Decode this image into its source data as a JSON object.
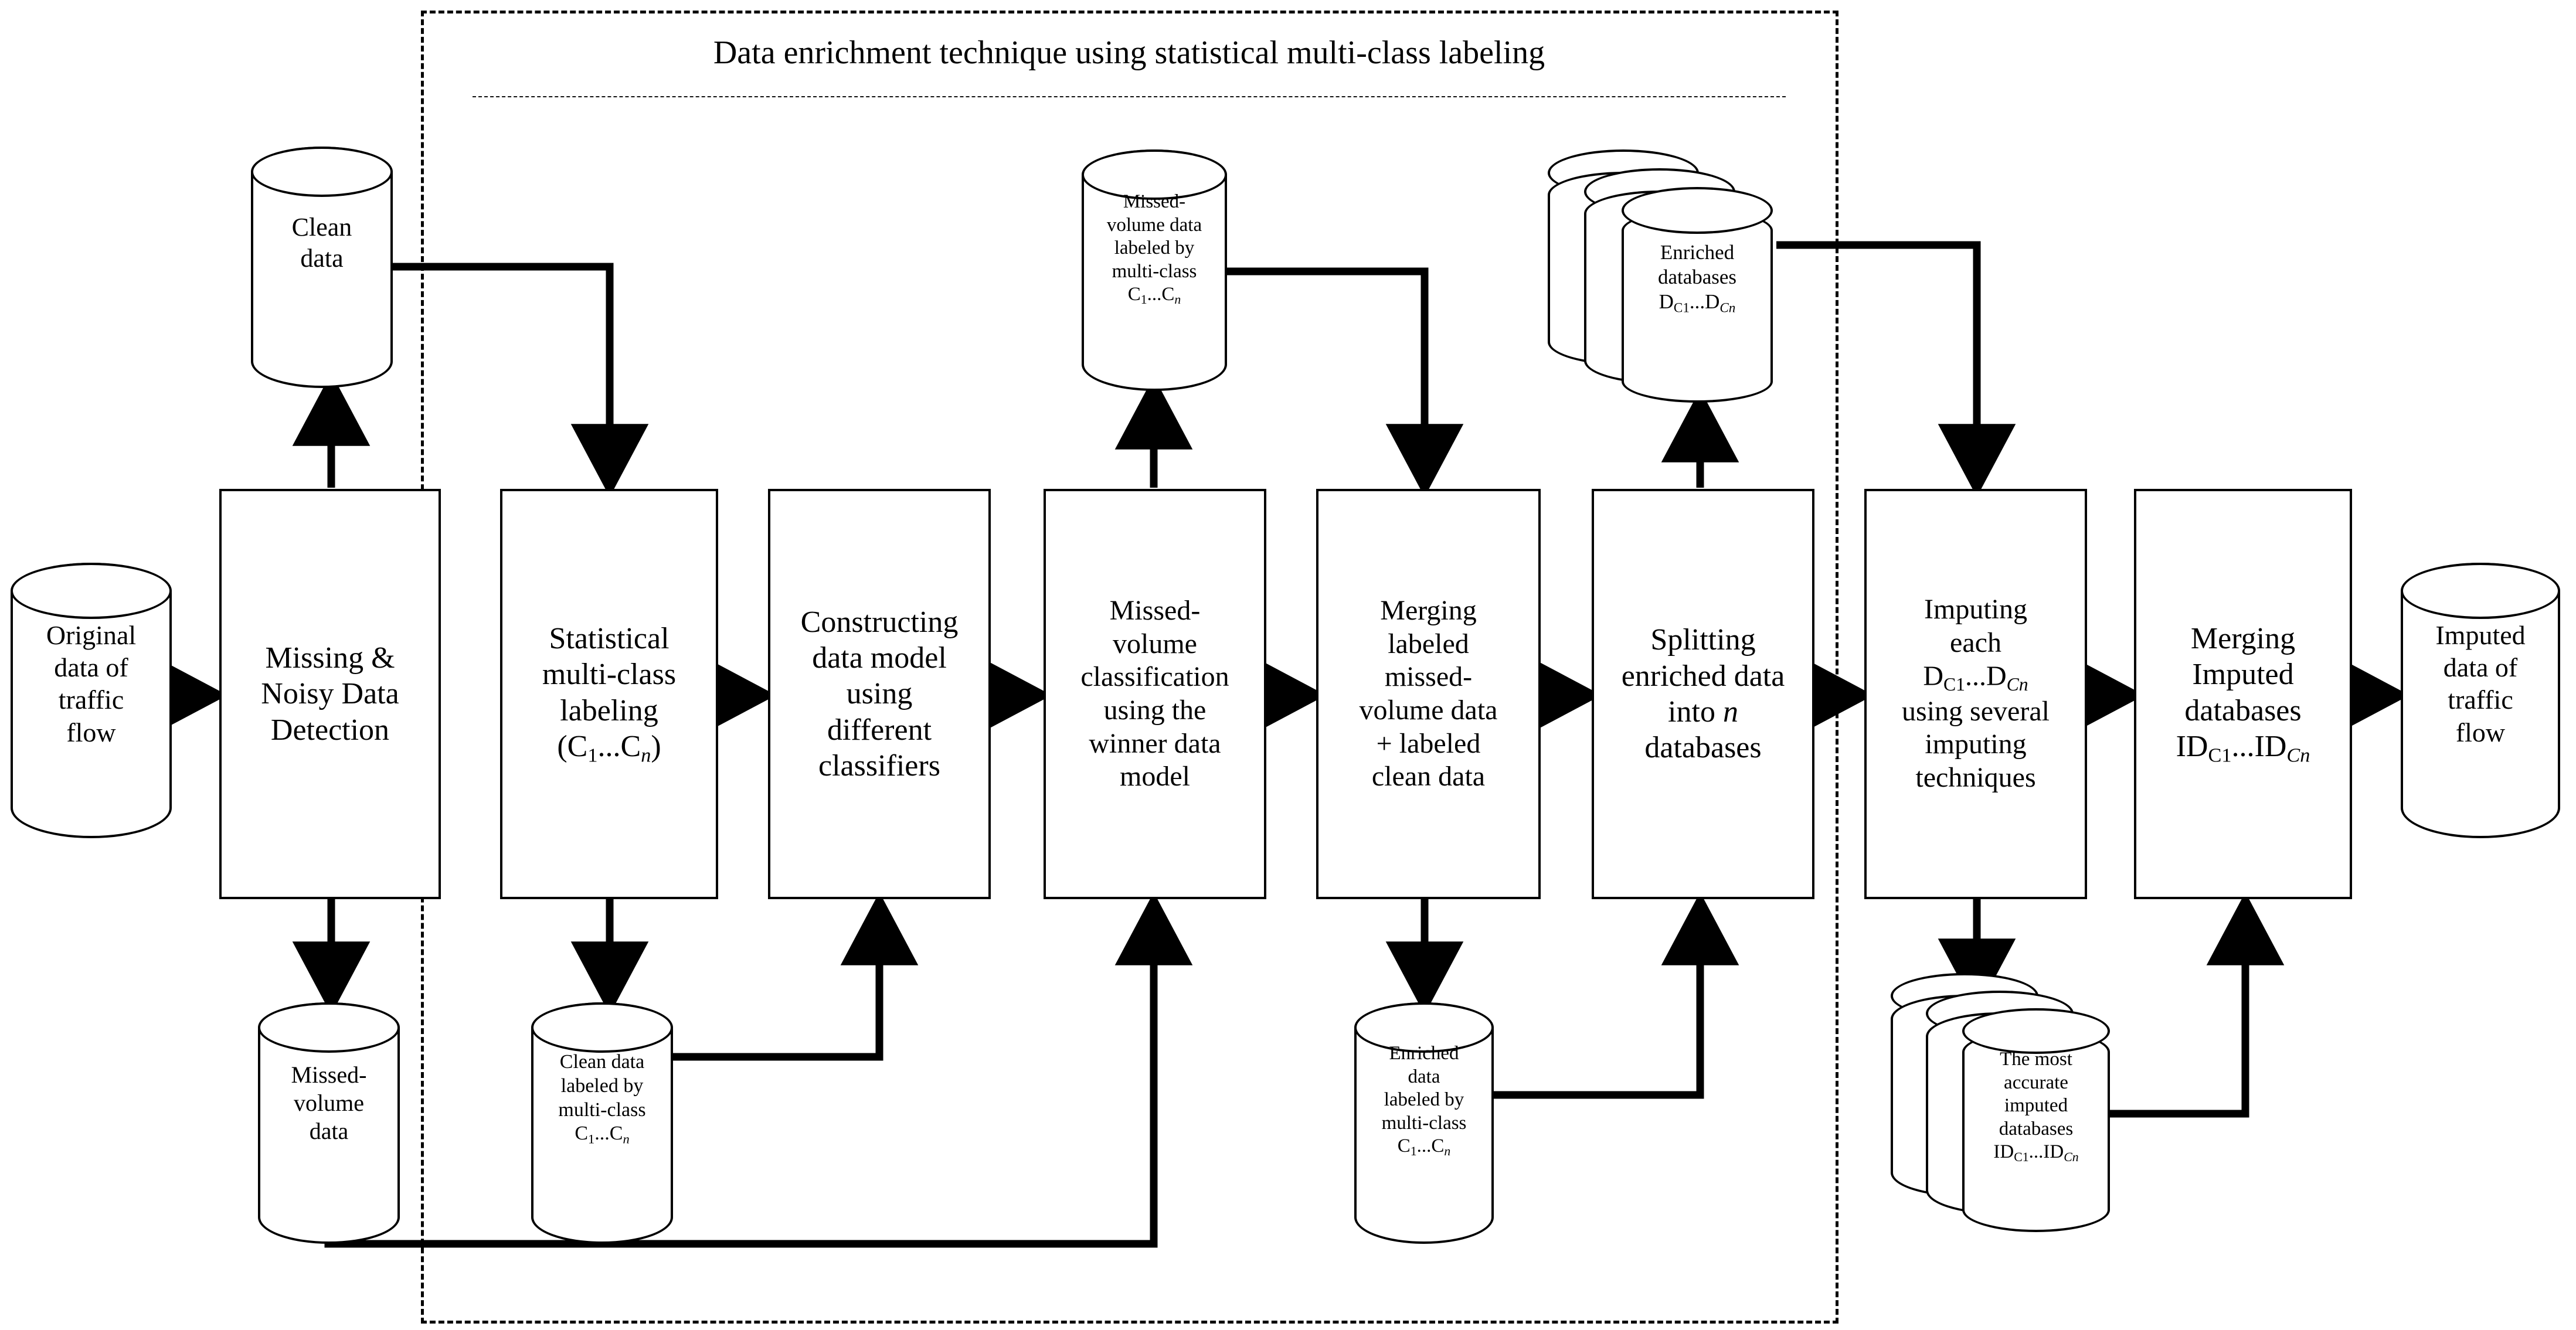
{
  "diagram": {
    "title": "Data enrichment technique using statistical multi-class labeling",
    "type": "flowchart",
    "background": "#ffffff",
    "line_color": "#000000"
  },
  "process_boxes": [
    {
      "id": "missing-noisy-detection",
      "label": "Missing &\nNoisy Data\nDetection"
    },
    {
      "id": "statistical-labeling",
      "label": "Statistical\nmulti-class\nlabeling\n(C₁...Cₙ)"
    },
    {
      "id": "constructing-data-model",
      "label": "Constructing\ndata model\nusing\ndifferent\nclassifiers"
    },
    {
      "id": "missed-volume-classification",
      "label": "Missed-\nvolume\nclassification\nusing the\nwinner data\nmodel"
    },
    {
      "id": "merging-labeled",
      "label": "Merging\nlabeled\nmissed-\nvolume data\n+ labeled\nclean data"
    },
    {
      "id": "splitting-enriched",
      "label": "Splitting\nenriched data\ninto n\ndatabases"
    },
    {
      "id": "imputing-each",
      "label": "Imputing\neach\nDС₁...DСₙ\nusing several\nimputing\ntechniques"
    },
    {
      "id": "merging-imputed",
      "label": "Merging\nImputed\ndatabases\nIDС₁...IDСₙ"
    }
  ],
  "datastores": [
    {
      "id": "original-data",
      "label": "Original\ndata of\ntraffic\nflow",
      "stacked": false
    },
    {
      "id": "clean-data",
      "label": "Clean\ndata",
      "stacked": false
    },
    {
      "id": "missed-volume-data",
      "label": "Missed-\nvolume\ndata",
      "stacked": false
    },
    {
      "id": "clean-data-labeled",
      "label": "Clean data\nlabeled by\nmulti-class\nC₁...Cₙ",
      "stacked": false
    },
    {
      "id": "missed-volume-labeled",
      "label": "Missed-\nvolume data\nlabeled by\nmulti-class\nC₁...Cₙ",
      "stacked": false
    },
    {
      "id": "enriched-data-labeled",
      "label": "Enriched\ndata\nlabeled by\nmulti-class\nC₁...Cₙ",
      "stacked": false
    },
    {
      "id": "enriched-databases",
      "label": "Enriched\ndatabases\nDС₁...DСₙ",
      "stacked": true
    },
    {
      "id": "most-accurate-imputed",
      "label": "The most\naccurate\nimputed\ndatabases\nIDС₁...IDСₙ",
      "stacked": true
    },
    {
      "id": "imputed-data",
      "label": "Imputed\ndata of\ntraffic\nflow",
      "stacked": false
    }
  ],
  "text": {
    "box_1_l1": "Missing &",
    "box_1_l2": "Noisy Data",
    "box_1_l3": "Detection",
    "box_2_l1": "Statistical",
    "box_2_l2": "multi-class",
    "box_2_l3": "labeling",
    "box_3_l1": "Constructing",
    "box_3_l2": "data model",
    "box_3_l3": "using",
    "box_3_l4": "different",
    "box_3_l5": "classifiers",
    "box_4_l1": "Missed-",
    "box_4_l2": "volume",
    "box_4_l3": "classification",
    "box_4_l4": "using the",
    "box_4_l5": "winner data",
    "box_4_l6": "model",
    "box_5_l1": "Merging",
    "box_5_l2": "labeled",
    "box_5_l3": "missed-",
    "box_5_l4": "volume data",
    "box_5_l5": "+ labeled",
    "box_5_l6": "clean data",
    "box_6_l1": "Splitting",
    "box_6_l2": "enriched data",
    "box_6_l3_a": "into ",
    "box_6_l3_b": "n",
    "box_6_l4": "databases",
    "box_7_l1": "Imputing",
    "box_7_l2": "each",
    "box_7_l4": "using several",
    "box_7_l5": "imputing",
    "box_7_l6": "techniques",
    "box_8_l1": "Merging",
    "box_8_l2": "Imputed",
    "box_8_l3": "databases",
    "cyl_orig_l1": "Original",
    "cyl_orig_l2": "data of",
    "cyl_orig_l3": "traffic",
    "cyl_orig_l4": "flow",
    "cyl_clean_l1": "Clean",
    "cyl_clean_l2": "data",
    "cyl_mv_l1": "Missed-",
    "cyl_mv_l2": "volume",
    "cyl_mv_l3": "data",
    "cyl_cdl_l1": "Clean data",
    "cyl_cdl_l2": "labeled by",
    "cyl_cdl_l3": "multi-class",
    "cyl_mvl_l1": "Missed-",
    "cyl_mvl_l2": "volume data",
    "cyl_mvl_l3": "labeled by",
    "cyl_mvl_l4": "multi-class",
    "cyl_edl_l1": "Enriched",
    "cyl_edl_l2": "data",
    "cyl_edl_l3": "labeled by",
    "cyl_edl_l4": "multi-class",
    "cyl_ed_l1": "Enriched",
    "cyl_ed_l2": "databases",
    "cyl_mai_l1": "The most",
    "cyl_mai_l2": "accurate",
    "cyl_mai_l3": "imputed",
    "cyl_mai_l4": "databases",
    "cyl_imp_l1": "Imputed",
    "cyl_imp_l2": "data of",
    "cyl_imp_l3": "traffic",
    "cyl_imp_l4": "flow",
    "sym_C": "C",
    "sym_D": "D",
    "sym_ID": "ID",
    "sub_1": "1",
    "sub_n": "n",
    "sub_C1": "C1",
    "sub_Cn": "Cn",
    "ellipsis": "..."
  }
}
